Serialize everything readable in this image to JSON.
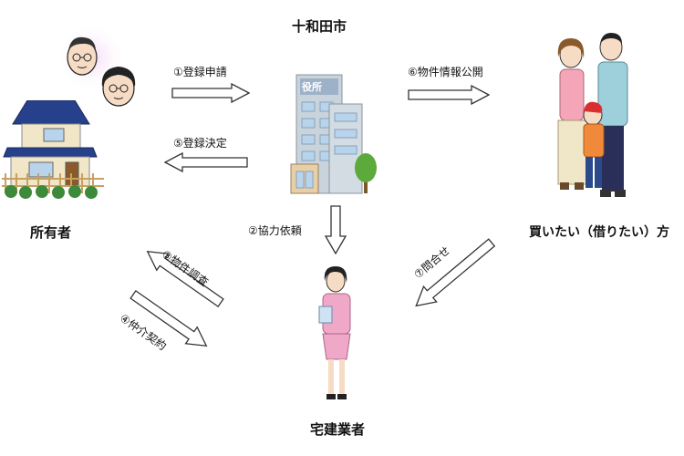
{
  "nodes": {
    "city": "十和田市",
    "city_office_sign": "役所",
    "owner": "所有者",
    "buyer": "買いたい（借りたい）方",
    "agent": "宅建業者"
  },
  "flows": {
    "registration_application": "①登録申請",
    "cooperation_request": "②協力依頼",
    "property_survey": "③物件調査",
    "brokerage_contract": "④仲介契約",
    "registration_decision": "⑤登録決定",
    "info_publication": "⑥物件情報公開",
    "inquiry": "⑦問合せ"
  }
}
